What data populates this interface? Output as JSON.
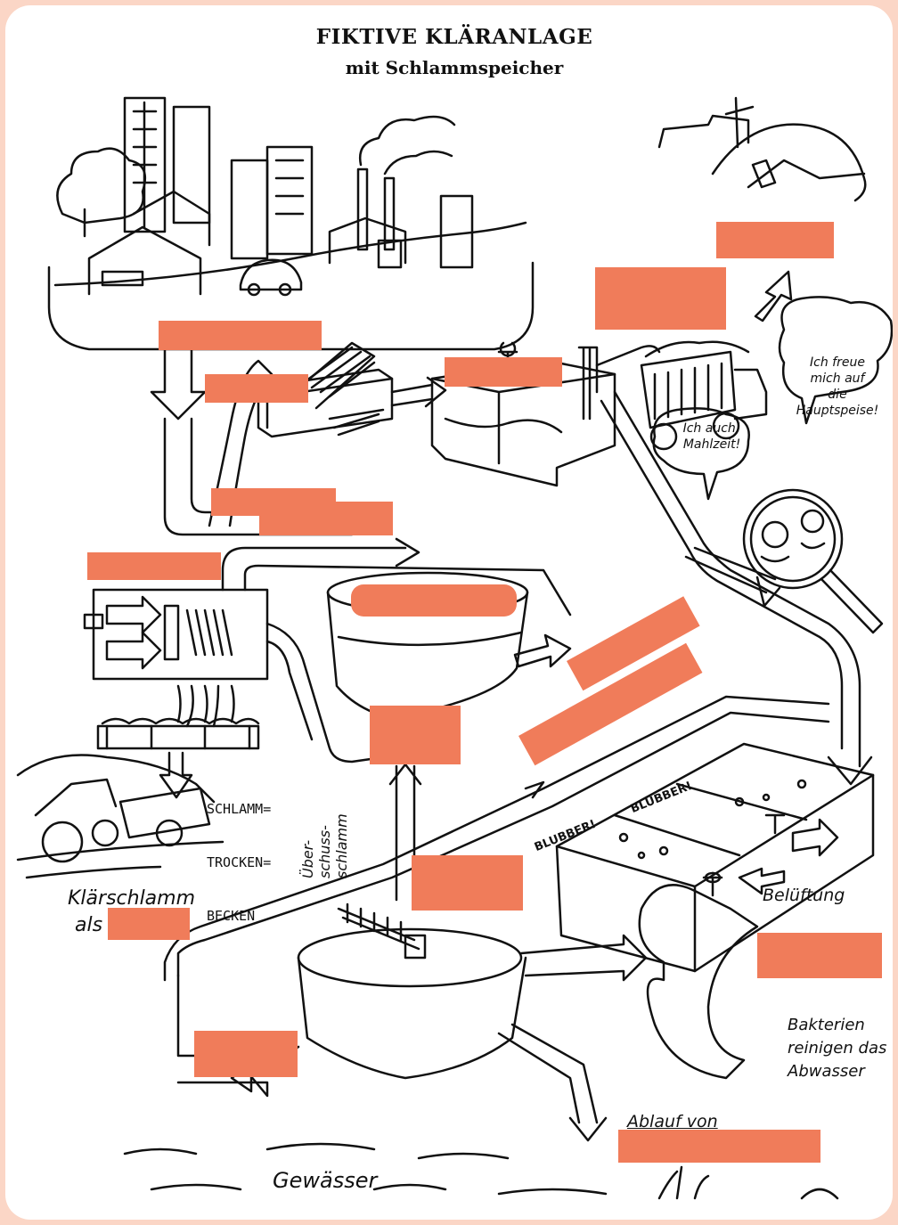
{
  "title": {
    "line1": "FIKTIVE KLÄRANLAGE",
    "line2": "mit Schlammspeicher"
  },
  "speech": {
    "bacterium1": [
      "Ich freue",
      "mich auf",
      "die",
      "Hauptspeise!"
    ],
    "bacterium2": [
      "Ich auch!",
      "Mahlzeit!"
    ]
  },
  "blubber": [
    "BLUBBER!",
    "BLUBBER!"
  ],
  "labels": {
    "drying_bed": [
      "SCHLAMM=",
      "TROCKEN=",
      "BECKEN"
    ],
    "excess_sludge": [
      "Über-",
      "schuss-",
      "schlamm"
    ],
    "sewage_sludge_as": [
      "Klärschlamm",
      "als"
    ],
    "aeration": "Belüftung",
    "bacteria": [
      "Bakterien",
      "reinigen das",
      "Abwasser"
    ],
    "outflow": "Ablauf von",
    "water_body": "Gewässer"
  },
  "colors": {
    "blank_fill": "#f07c5a",
    "page_border": "#fbd6c6",
    "ink": "#111111"
  }
}
